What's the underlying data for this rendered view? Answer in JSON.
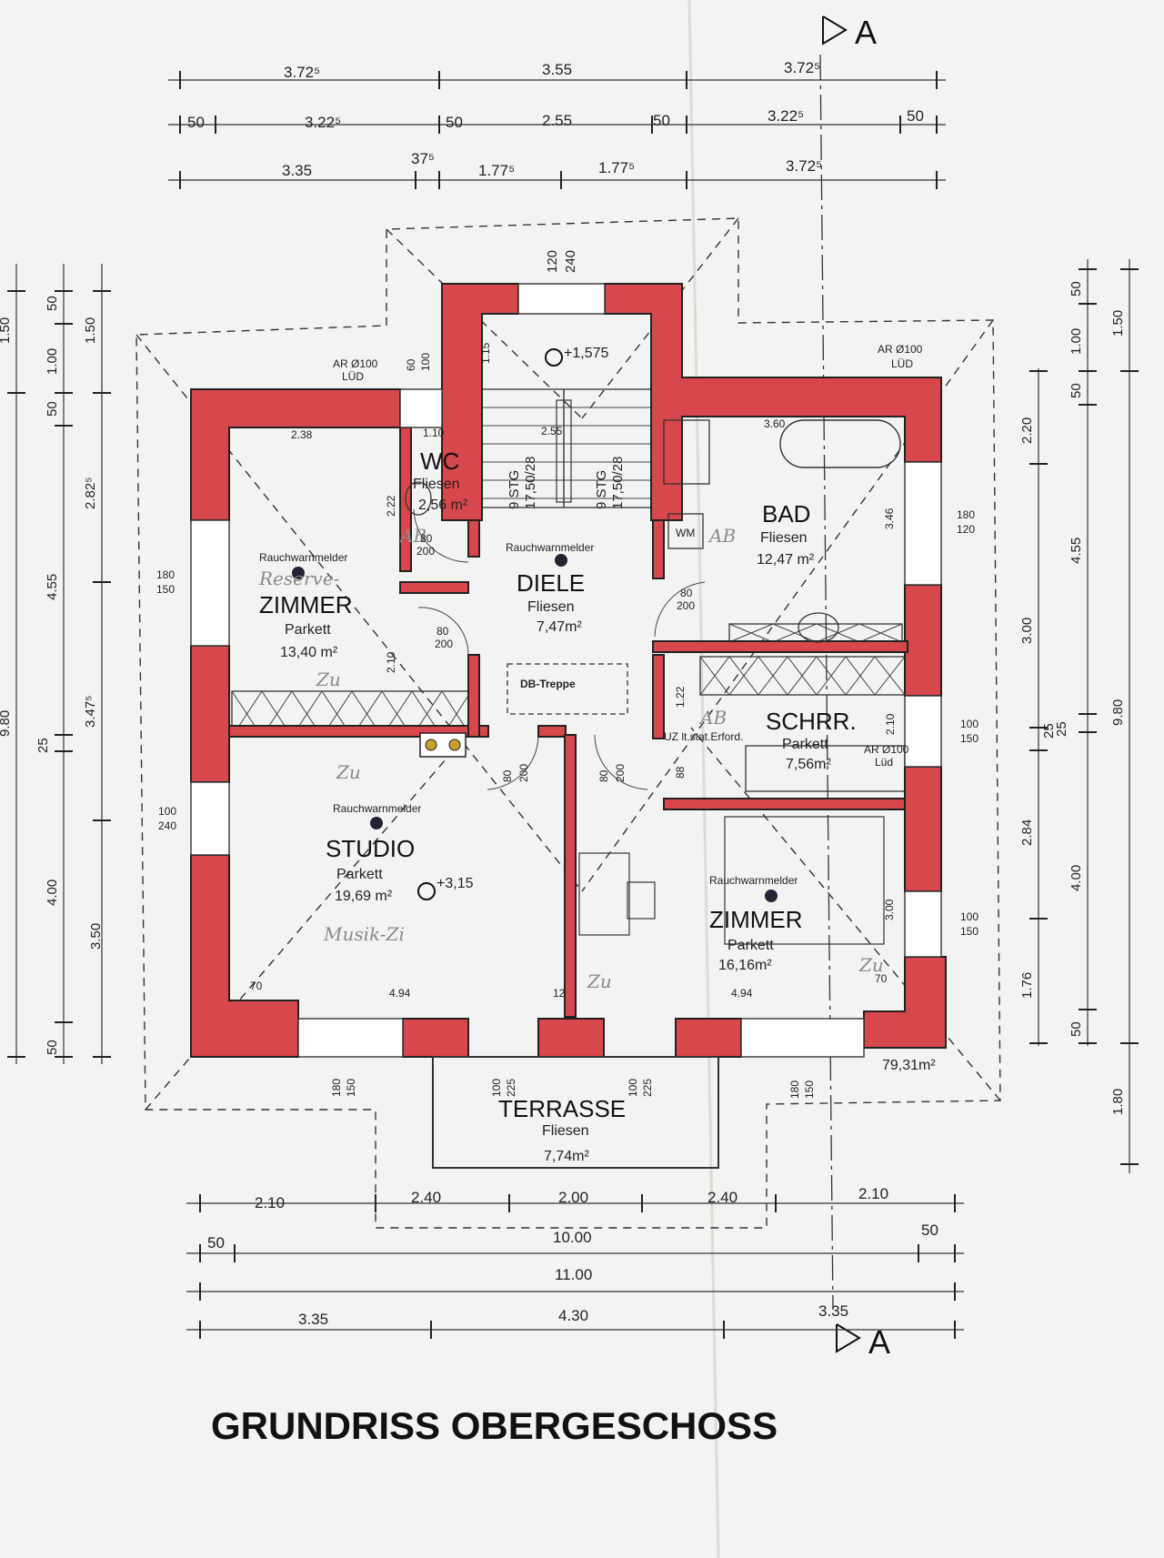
{
  "title": "GRUNDRISS OBERGESCHOSS",
  "section_label": "A",
  "total_area": "79,31m²",
  "dims_top": {
    "row1": [
      "3.72⁵",
      "3.55",
      "3.72⁵"
    ],
    "row2": [
      "50",
      "3.22⁵",
      "50",
      "2.55",
      "50",
      "3.22⁵",
      "50"
    ],
    "row3": [
      "3.35",
      "37⁵",
      "1.77⁵",
      "1.77⁵",
      "3.72⁵"
    ],
    "gable": [
      "120",
      "240"
    ]
  },
  "dims_bottom": {
    "row1": [
      "2.10",
      "2.40",
      "2.00",
      "2.40",
      "2.10"
    ],
    "row2": [
      "50",
      "10.00",
      "50"
    ],
    "row3": [
      "11.00"
    ],
    "row4": [
      "3.35",
      "4.30",
      "3.35"
    ]
  },
  "dims_left": {
    "outer": [
      "9.80",
      "1.50"
    ],
    "mid": [
      "50",
      "1.00",
      "50",
      "4.55",
      "25",
      "4.00",
      "50"
    ],
    "inner": [
      "1.50",
      "2.82⁵",
      "3.47⁵",
      "3.50"
    ]
  },
  "dims_right": {
    "a": [
      "2.20",
      "3.00",
      "25",
      "2.84",
      "1.76"
    ],
    "b": [
      "50",
      "1.00",
      "50",
      "4.55",
      "25",
      "4.00",
      "50"
    ],
    "c": [
      "1.50",
      "9.80",
      "1.80"
    ]
  },
  "window_labels": [
    [
      "180",
      "150"
    ],
    [
      "100",
      "240"
    ],
    [
      "180",
      "120"
    ],
    [
      "100",
      "150"
    ],
    [
      "100",
      "150"
    ],
    [
      "180",
      "150"
    ],
    [
      "100",
      "225"
    ],
    [
      "100",
      "225"
    ],
    [
      "180",
      "150"
    ],
    [
      "60",
      "100"
    ]
  ],
  "rooms": [
    {
      "name": "ZIMMER",
      "floor": "Parkett",
      "area": "13,40 m²",
      "note": "Reserve-",
      "smoke": "Rauchwarnmelder"
    },
    {
      "name": "WC",
      "floor": "Fliesen",
      "area": "2,56 m²"
    },
    {
      "name": "DIELE",
      "floor": "Fliesen",
      "area": "7,47m²",
      "smoke": "Rauchwarnmelder"
    },
    {
      "name": "BAD",
      "floor": "Fliesen",
      "area": "12,47 m²"
    },
    {
      "name": "SCHRR.",
      "floor": "Parkett",
      "area": "7,56m²"
    },
    {
      "name": "STUDIO",
      "floor": "Parkett",
      "area": "19,69 m²",
      "note": "Musik-Zi",
      "smoke": "Rauchwarnmelder",
      "level": "+3,15"
    },
    {
      "name": "ZIMMER",
      "floor": "Parkett",
      "area": "16,16m²",
      "smoke": "Rauchwarnmelder"
    },
    {
      "name": "TERRASSE",
      "floor": "Fliesen",
      "area": "7,74m²"
    }
  ],
  "annotations": {
    "ar_left": "AR Ø100",
    "lud_left": "LÜD",
    "ar_right": "AR Ø100",
    "lud_right": "LÜD",
    "ar_mid": "AR Ø100",
    "lud_mid": "Lüd",
    "stair_level": "+1,575",
    "stair1": "9 STG",
    "stair1b": "17,50/28",
    "stair2": "9 STG",
    "stair2b": "17,50/28",
    "stair_w1": "1.15",
    "stair_w2": "2.55",
    "db_treppe": "DB-Treppe",
    "wm": "WM",
    "uz": "UZ lt.stat.Erford.",
    "ab": "AB",
    "zu": "Zu",
    "doors": [
      "80",
      "200"
    ],
    "misc": [
      "2.38",
      "1.10",
      "3.60",
      "2.22",
      "2.10",
      "2.10",
      "1.22",
      "3.46",
      "3.00",
      "4.94",
      "4.94",
      "70",
      "70",
      "88",
      "12",
      "25"
    ]
  }
}
